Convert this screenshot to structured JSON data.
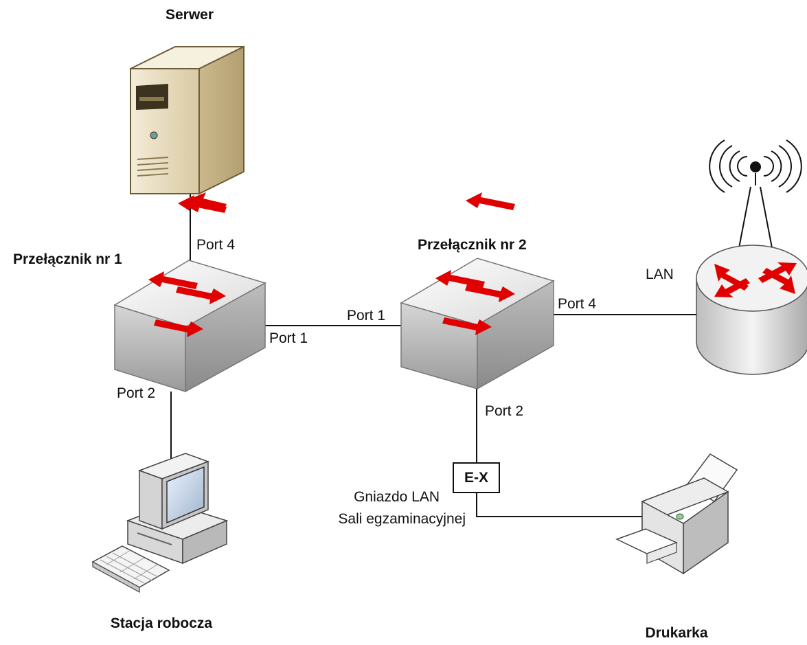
{
  "devices": {
    "server": {
      "name": "Serwer",
      "icon": "server-tower-icon"
    },
    "switch1": {
      "name": "Przełącznik nr 1",
      "icon": "network-switch-icon"
    },
    "switch2": {
      "name": "Przełącznik nr 2",
      "icon": "network-switch-icon"
    },
    "router": {
      "icon": "wireless-router-icon"
    },
    "workstation": {
      "name": "Stacja robocza",
      "icon": "desktop-computer-icon"
    },
    "printer": {
      "name": "Drukarka",
      "icon": "printer-icon"
    }
  },
  "ports": {
    "sw1_port4": "Port 4",
    "sw1_port1": "Port 1",
    "sw1_port2": "Port 2",
    "sw2_port1": "Port 1",
    "sw2_port4": "Port 4",
    "sw2_port2": "Port 2"
  },
  "links": {
    "lan": "LAN"
  },
  "socket": {
    "code": "E-X",
    "line1": "Gniazdo LAN",
    "line2": "Sali egzaminacyjnej"
  },
  "colors": {
    "arrow_red": "#e00000",
    "switch_gray": "#c8c8c8",
    "server_beige": "#e9dfc4",
    "line": "#111111"
  }
}
